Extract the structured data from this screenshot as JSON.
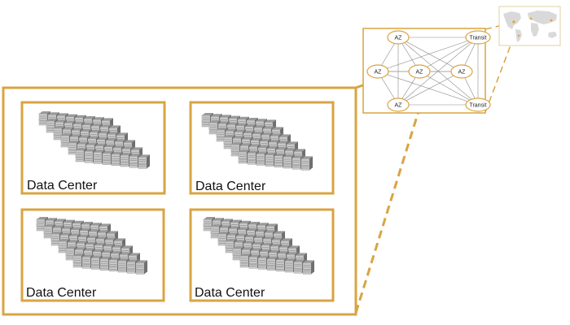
{
  "colors": {
    "frame": "#d9a441",
    "dash": "#d9a441",
    "mesh": "#8a8a8a",
    "server_top": "#9a9a9a",
    "server_front": "#c9c9c9",
    "server_side": "#6f6f6f",
    "map_land": "#d9d9d9",
    "map_marker": "#f0a030"
  },
  "region": {
    "data_centers": [
      {
        "label": "Data Center"
      },
      {
        "label": "Data Center"
      },
      {
        "label": "Data Center"
      },
      {
        "label": "Data Center"
      }
    ]
  },
  "network": {
    "nodes": [
      {
        "id": "az_top",
        "label": "AZ"
      },
      {
        "id": "transit_top",
        "label": "Transit"
      },
      {
        "id": "az_left",
        "label": "AZ"
      },
      {
        "id": "az_center",
        "label": "AZ"
      },
      {
        "id": "az_right",
        "label": "AZ"
      },
      {
        "id": "az_bottom",
        "label": "AZ"
      },
      {
        "id": "transit_bottom",
        "label": "Transit"
      }
    ]
  },
  "icons": {
    "server_rack": "server-rack-icon",
    "world_map": "world-map-icon"
  }
}
